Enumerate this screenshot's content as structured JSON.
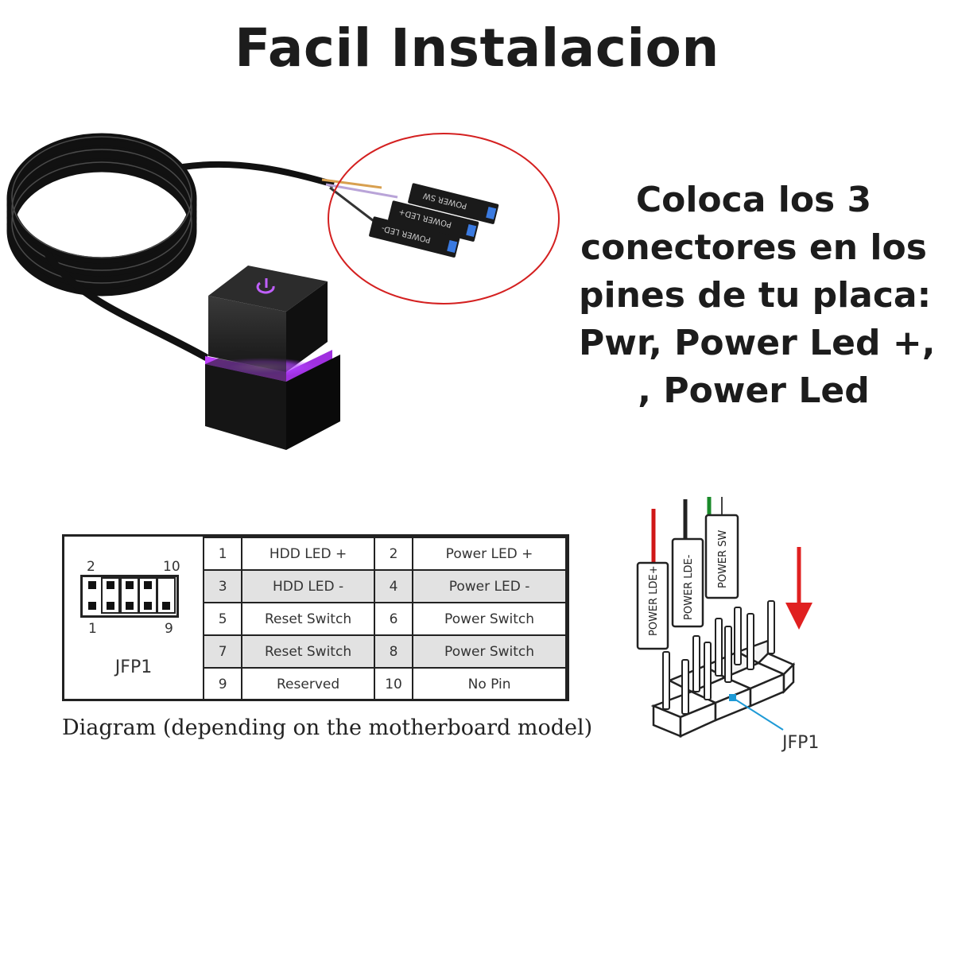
{
  "title": "Facil Instalacion",
  "instructions": {
    "lines": [
      "Coloca los 3",
      "conectores en los",
      "pines de tu placa:",
      "Pwr, Power Led +,",
      ", Power Led"
    ]
  },
  "connector_labels": [
    "POWER SW",
    "POWER LED+",
    "POWER LED-"
  ],
  "pinout": {
    "header_name": "JFP1",
    "corner_numbers": {
      "top_left": "2",
      "top_right": "10",
      "bottom_left": "1",
      "bottom_right": "9"
    },
    "rows": [
      {
        "pin_a": "1",
        "func_a": "HDD LED +",
        "pin_b": "2",
        "func_b": "Power LED +"
      },
      {
        "pin_a": "3",
        "func_a": "HDD LED -",
        "pin_b": "4",
        "func_b": "Power LED -"
      },
      {
        "pin_a": "5",
        "func_a": "Reset Switch",
        "pin_b": "6",
        "func_b": "Power Switch"
      },
      {
        "pin_a": "7",
        "func_a": "Reset Switch",
        "pin_b": "8",
        "func_b": "Power Switch"
      },
      {
        "pin_a": "9",
        "func_a": "Reserved",
        "pin_b": "10",
        "func_b": "No Pin"
      }
    ]
  },
  "caption": "Diagram (depending on the motherboard model)",
  "header_diagram": {
    "plug_labels": [
      "POWER LDE+",
      "POWER LDE-",
      "POWER SW"
    ],
    "callout": "JFP1"
  },
  "colors": {
    "highlight_circle": "#d42020",
    "led_glow": "#c040ff",
    "arrow": "#e02020",
    "callout_line": "#1e9ad6",
    "wire_red": "#d01818",
    "wire_green": "#1a8a2a"
  }
}
